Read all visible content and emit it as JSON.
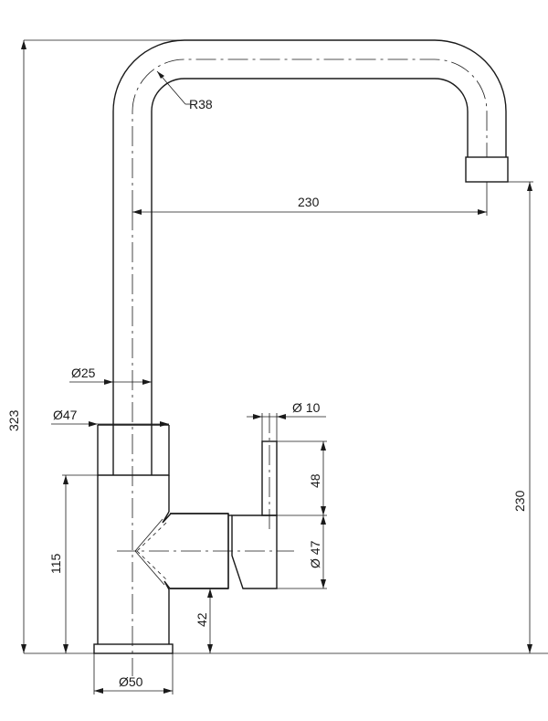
{
  "drawing": {
    "line_color": "#1a1a1a",
    "background": "#ffffff",
    "dimensions": {
      "bend_radius": "R38",
      "spout_reach": "230",
      "spout_diameter": "Ø25",
      "body_top_diameter": "Ø47",
      "total_height": "323",
      "lever_diameter": "Ø 10",
      "lever_height": "48",
      "lever_hub_diameter": "Ø 47",
      "outlet_height": "230",
      "body_height": "115",
      "lever_axis_height": "42",
      "base_diameter": "Ø50"
    }
  }
}
